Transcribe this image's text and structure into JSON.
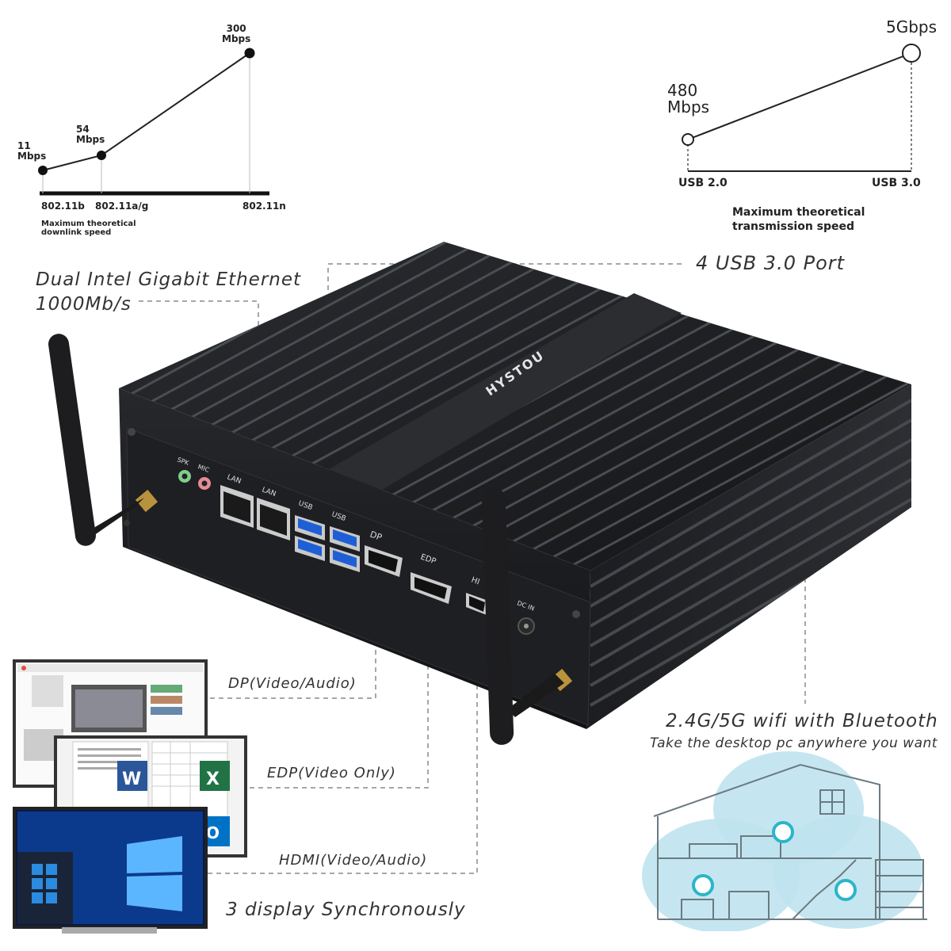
{
  "wifi_chart": {
    "points": [
      {
        "value": "11",
        "unit": "Mbps",
        "standard": "802.11b"
      },
      {
        "value": "54",
        "unit": "Mbps",
        "standard": "802.11a/g"
      },
      {
        "value": "300",
        "unit": "Mbps",
        "standard": "802.11n"
      }
    ],
    "caption": "Maximum theoretical downlink speed"
  },
  "usb_chart": {
    "points": [
      {
        "value": "480",
        "unit": "Mbps",
        "standard": "USB 2.0"
      },
      {
        "value": "5Gbps",
        "unit": "",
        "standard": "USB 3.0"
      }
    ],
    "caption": "Maximum theoretical transmission speed"
  },
  "callouts": {
    "ethernet_line1": "Dual Intel Gigabit Ethernet",
    "ethernet_line2": "1000Mb/s",
    "usb": "4 USB 3.0 Port",
    "dp": "DP(Video/Audio)",
    "edp": "EDP(Video Only)",
    "hdmi": "HDMI(Video/Audio)",
    "display": "3 display Synchronously",
    "wifi_title": "2.4G/5G wifi with Bluetooth",
    "wifi_sub": "Take the desktop pc anywhere you want"
  },
  "device": {
    "brand": "HYSTOU",
    "port_labels": {
      "spk": "SPK",
      "mic": "MIC",
      "lan1": "LAN",
      "lan2": "LAN",
      "usb1": "USB",
      "usb2": "USB",
      "dp": "DP",
      "edp": "EDP",
      "hdmi": "HI",
      "dcin": "DC IN"
    }
  },
  "colors": {
    "device_body": "#1b1c1e",
    "fin_highlight": "#3a3c40",
    "usb_blue": "#1f5fd6",
    "house_blue": "#bfe3ee",
    "router_teal": "#2bb5c9",
    "line": "#222222",
    "dash": "#8a8a8a"
  }
}
